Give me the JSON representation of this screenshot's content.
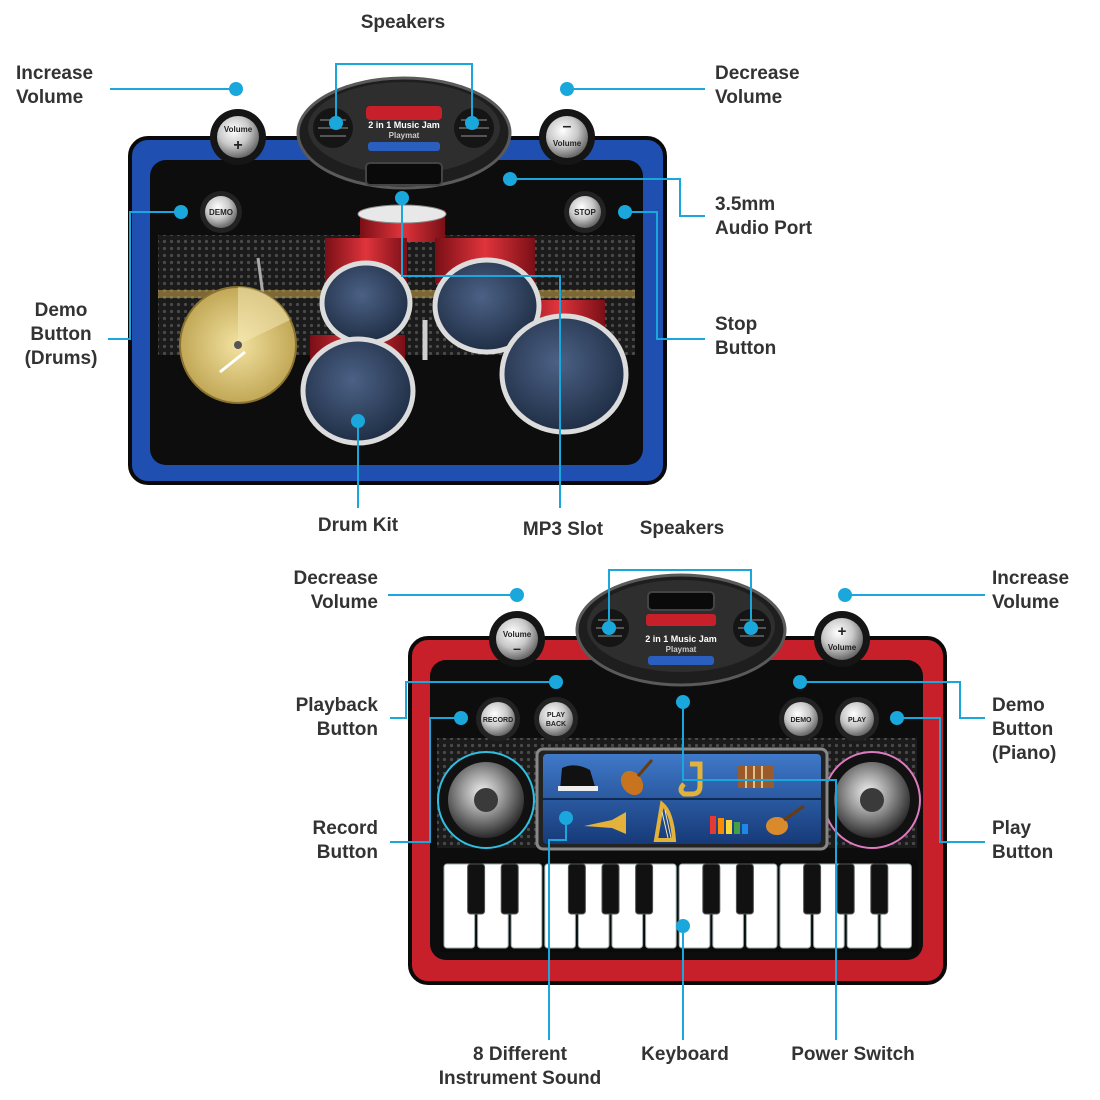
{
  "drum_mat": {
    "labels": {
      "speakers": "Speakers",
      "increase_volume": "Increase\nVolume",
      "decrease_volume": "Decrease\nVolume",
      "audio_port": "3.5mm\nAudio Port",
      "demo_button": "Demo\nButton\n(Drums)",
      "stop_button": "Stop\nButton",
      "drum_kit": "Drum Kit",
      "mp3_slot": "MP3 Slot"
    },
    "buttons": {
      "volume_up": "Volume",
      "volume_down": "Volume",
      "demo": "DEMO",
      "stop": "STOP"
    },
    "speaker_panel": {
      "line1": "2 in 1 Music Jam",
      "line2": "Playmat"
    },
    "colors": {
      "border": "#1f4fb0",
      "drum_shell": "#c8202a",
      "drum_head": "#2b3d5a",
      "cymbal": "#d9c070"
    }
  },
  "piano_mat": {
    "labels": {
      "speakers": "Speakers",
      "decrease_volume": "Decrease\nVolume",
      "increase_volume": "Increase\nVolume",
      "playback_button": "Playback\nButton",
      "demo_button": "Demo\nButton\n(Piano)",
      "record_button": "Record\nButton",
      "play_button": "Play\nButton",
      "instrument_sound": "8 Different\nInstrument Sound",
      "keyboard": "Keyboard",
      "power_switch": "Power Switch"
    },
    "buttons": {
      "volume_down": "Volume",
      "volume_up": "Volume",
      "record": "RECORD",
      "playback_l1": "PLAY",
      "playback_l2": "BACK",
      "demo": "DEMO",
      "play": "PLAY"
    },
    "speaker_panel": {
      "line1": "2 in 1 Music Jam",
      "line2": "Playmat"
    },
    "instruments": [
      "piano-icon",
      "violin-icon",
      "saxophone-icon",
      "accordion-icon",
      "trumpet-icon",
      "harp-icon",
      "xylophone-icon",
      "guitar-icon"
    ],
    "colors": {
      "border": "#c8202a",
      "panel": "#1c4b8f",
      "key_white": "#ffffff",
      "key_black": "#111111"
    }
  },
  "colors": {
    "callout": "#1aa7dc",
    "label_text": "#333333"
  }
}
